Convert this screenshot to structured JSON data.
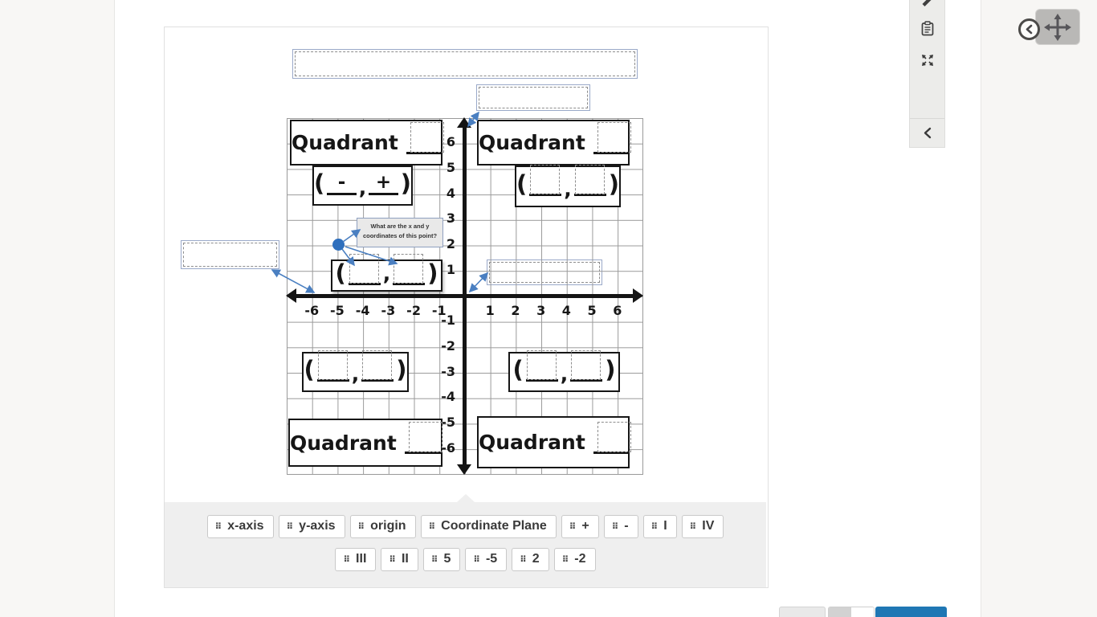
{
  "worksheet": {
    "quadrant_word": "Quadrant",
    "signs": {
      "open": "(",
      "close": ")",
      "comma": ",",
      "minus": "-",
      "plus": "+"
    },
    "axes": {
      "x_ticks": [
        "-6",
        "-5",
        "-4",
        "-3",
        "-2",
        "-1",
        "1",
        "2",
        "3",
        "4",
        "5",
        "6"
      ],
      "y_ticks": [
        "6",
        "5",
        "4",
        "3",
        "2",
        "1",
        "-1",
        "-2",
        "-3",
        "-4",
        "-5",
        "-6"
      ]
    },
    "point": {
      "grid_x": -5,
      "grid_y": 2
    }
  },
  "callout": {
    "line1": "What are the x and y",
    "line2": "coordinates of this point?"
  },
  "word_bank": {
    "handle_glyph": "⠿",
    "chips_row1": [
      "x-axis",
      "y-axis",
      "origin",
      "Coordinate Plane",
      "+",
      "-",
      "I",
      "IV"
    ],
    "chips_row2": [
      "III",
      "II",
      "5",
      "-5",
      "2",
      "-2"
    ]
  },
  "colors": {
    "accent_blue": "#1f77b4",
    "arrow_blue": "#4a7fc1",
    "point_blue": "#2e6fbd",
    "dropzone_border": "#9aa9c9",
    "word_bank_bg": "#efefef"
  },
  "sidebar_icons": [
    "pen-partial",
    "notes",
    "fullscreen",
    "collapse-left"
  ],
  "float_tool_icons": [
    "chevron-left-circle",
    "move"
  ]
}
